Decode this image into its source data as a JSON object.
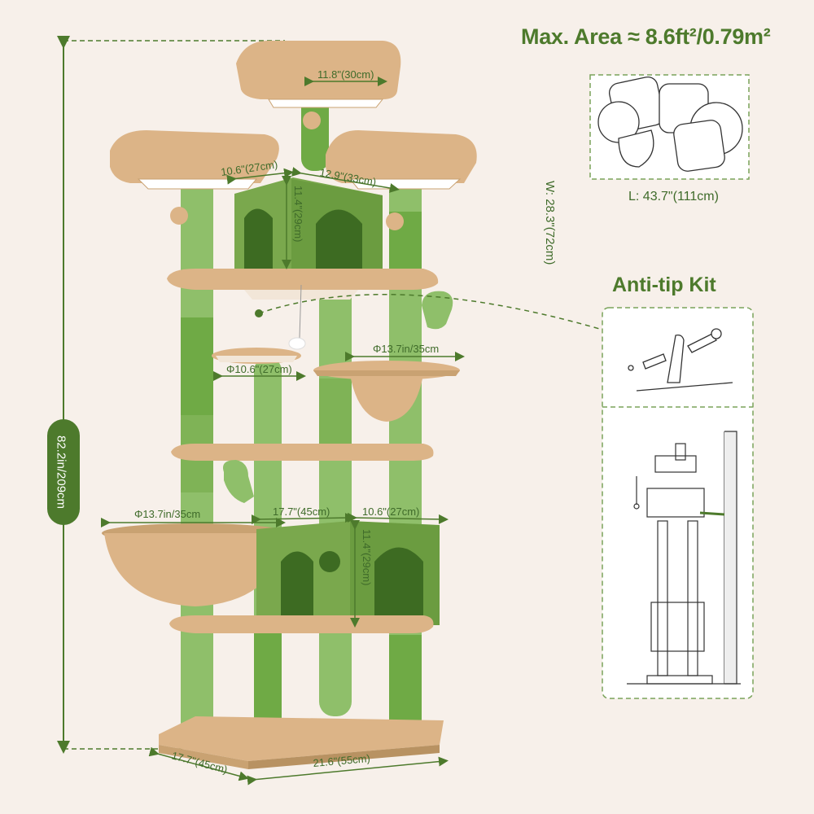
{
  "headings": {
    "max_area": "Max. Area ≈ 8.6ft²/0.79m²",
    "anti_tip": "Anti-tip Kit"
  },
  "area_box": {
    "width_label": "W: 28.3\"(72cm)",
    "length_label": "L: 43.7\"(111cm)"
  },
  "dimensions": {
    "total_height": "82.2in/209cm",
    "top_platform": "11.8\"(30cm)",
    "condo_top_depth": "10.6\"(27cm)",
    "condo_top_width": "12.9\"(33cm)",
    "condo_top_height": "11.4\"(29cm)",
    "hammock_right": "Φ13.7in/35cm",
    "round_platform": "Φ10.6\"(27cm)",
    "basket_left": "Φ13.7in/35cm",
    "condo_bottom_width": "17.7\"(45cm)",
    "condo_bottom_depth": "10.6\"(27cm)",
    "condo_bottom_height": "11.4\"(29cm)",
    "base_depth": "17.7\"(45cm)",
    "base_width": "21.6\"(55cm)"
  },
  "colors": {
    "background": "#f7f0ea",
    "accent_green": "#4d7a2c",
    "post_green": "#8fbf6a",
    "sisal_green": "#6faa45",
    "plush_tan": "#dcb487",
    "dashed_border": "#7aa35a"
  }
}
